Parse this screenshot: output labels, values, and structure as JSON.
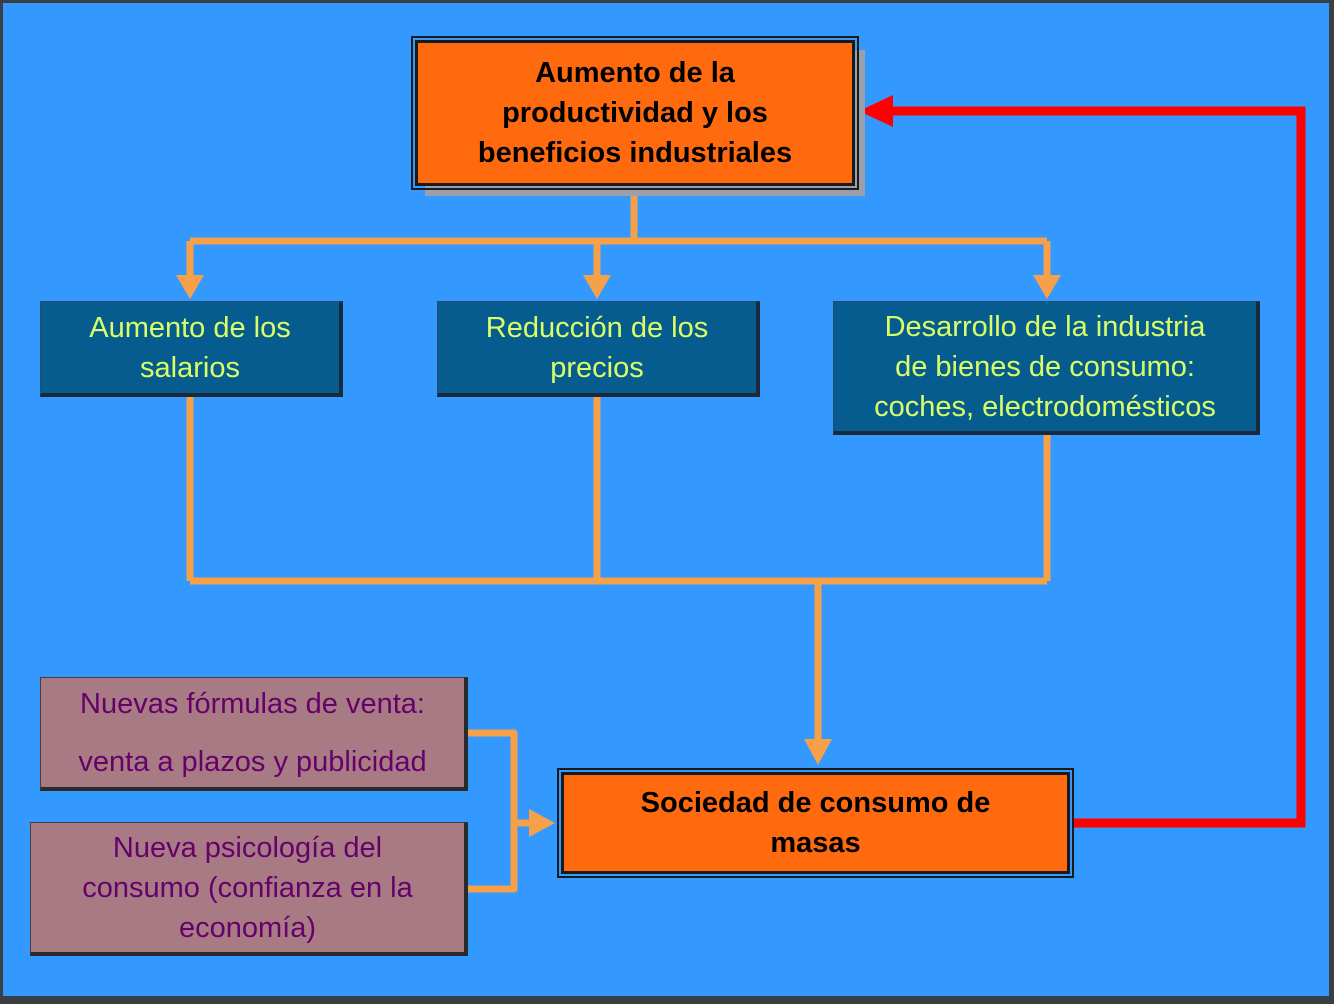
{
  "diagram": {
    "top_box": {
      "lines": [
        "Aumento de la",
        "productividad y los",
        "beneficios industriales"
      ]
    },
    "salarios_box": {
      "lines": [
        "Aumento de los",
        "salarios"
      ]
    },
    "precios_box": {
      "lines": [
        "Reducción de los",
        "precios"
      ]
    },
    "industria_box": {
      "lines": [
        "Desarrollo de la industria",
        "de bienes de consumo:",
        "coches, electrodomésticos"
      ]
    },
    "venta_box": {
      "lines": [
        "Nuevas fórmulas de venta:",
        "venta a plazos y publicidad"
      ]
    },
    "psicologia_box": {
      "lines": [
        "Nueva psicología del",
        "consumo (confianza en la",
        "economía)"
      ]
    },
    "sociedad_box": {
      "lines": [
        "Sociedad de consumo de",
        "masas"
      ]
    }
  },
  "colors": {
    "background": "#3399ff",
    "connector": "#f7a04a",
    "feedback_arrow": "#ff0000",
    "key_box": "#ff6a0f",
    "effect_box": "#075c8f",
    "factor_box": "#a87b84"
  }
}
